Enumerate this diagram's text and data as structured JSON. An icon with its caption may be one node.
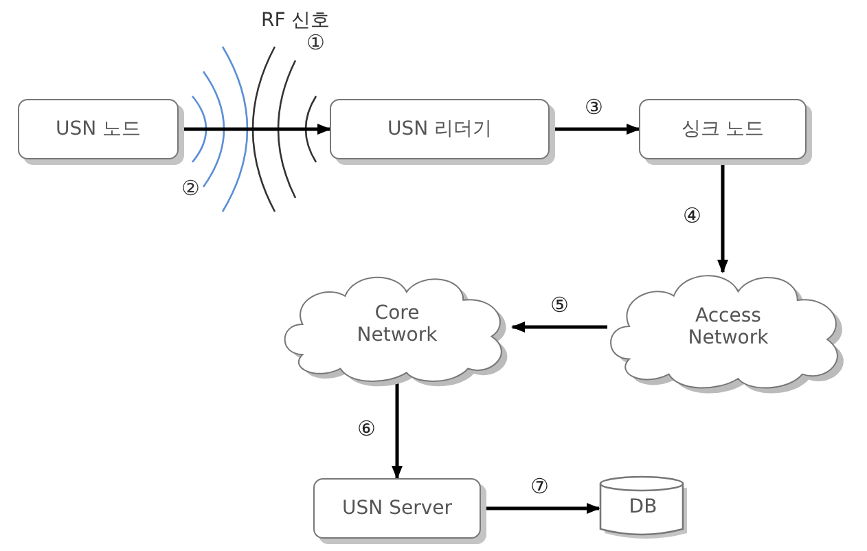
{
  "diagram": {
    "nodes": [
      {
        "text": [
          "USN 노드"
        ]
      },
      {
        "text": [
          "USN 리더기"
        ]
      },
      {
        "text": [
          "싱크 노드"
        ]
      },
      {
        "text": [
          "Core Network"
        ]
      },
      {
        "text": [
          "Access Network"
        ]
      },
      {
        "text": [
          "USN Server"
        ]
      },
      {
        "text": [
          "DB"
        ]
      }
    ],
    "edges": [
      {
        "from": 0,
        "to": 1,
        "arrow": "to"
      },
      {
        "from": 1,
        "to": 2,
        "arrow": "to",
        "label": "③"
      },
      {
        "from": 2,
        "to": 4,
        "arrow": "to",
        "label": "④"
      },
      {
        "from": 4,
        "to": 3,
        "arrow": "to",
        "label": "⑤"
      },
      {
        "from": 3,
        "to": 5,
        "arrow": "to",
        "label": "⑥"
      },
      {
        "from": 5,
        "to": 6,
        "arrow": "to",
        "label": "⑦"
      }
    ],
    "labels": [
      "RF 신호",
      "①",
      "②"
    ]
  }
}
